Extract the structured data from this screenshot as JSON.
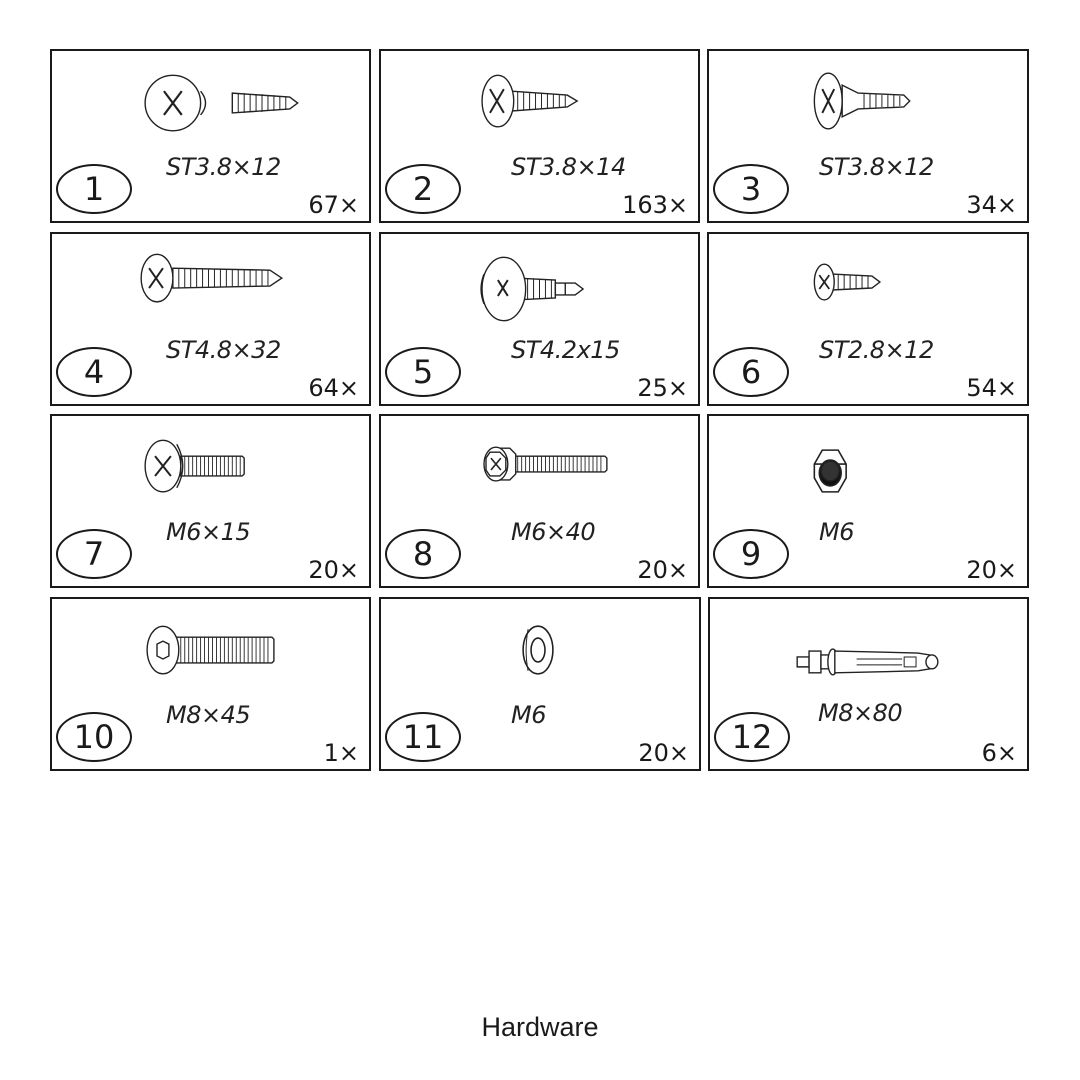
{
  "caption": "Hardware",
  "items": [
    {
      "number": "1",
      "spec": "ST3.8×12",
      "qty": "67×",
      "icon": "pan-head-tapping-screw-icon"
    },
    {
      "number": "2",
      "spec": "ST3.8×14",
      "qty": "163×",
      "icon": "pan-head-tapping-screw-icon"
    },
    {
      "number": "3",
      "spec": "ST3.8×12",
      "qty": "34×",
      "icon": "countersunk-tapping-screw-icon"
    },
    {
      "number": "4",
      "spec": "ST4.8×32",
      "qty": "64×",
      "icon": "long-tapping-screw-icon"
    },
    {
      "number": "5",
      "spec": "ST4.2x15",
      "qty": "25×",
      "icon": "self-drilling-screw-icon"
    },
    {
      "number": "6",
      "spec": "ST2.8×12",
      "qty": "54×",
      "icon": "small-tapping-screw-icon"
    },
    {
      "number": "7",
      "spec": "M6×15",
      "qty": "20×",
      "icon": "machine-screw-icon"
    },
    {
      "number": "8",
      "spec": "M6×40",
      "qty": "20×",
      "icon": "hex-flange-bolt-icon"
    },
    {
      "number": "9",
      "spec": "M6",
      "qty": "20×",
      "icon": "hex-nut-icon"
    },
    {
      "number": "10",
      "spec": "M8×45",
      "qty": "1×",
      "icon": "hex-socket-bolt-icon"
    },
    {
      "number": "11",
      "spec": "M6",
      "qty": "20×",
      "icon": "washer-icon"
    },
    {
      "number": "12",
      "spec": "M8×80",
      "qty": "6×",
      "icon": "expansion-anchor-icon"
    }
  ]
}
